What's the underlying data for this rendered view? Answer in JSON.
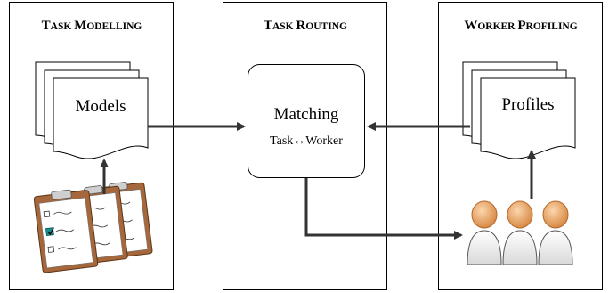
{
  "panels": {
    "task_modelling": {
      "title_cap1": "T",
      "title_rest1": "ASK ",
      "title_cap2": "M",
      "title_rest2": "ODELLING"
    },
    "task_routing": {
      "title_cap1": "T",
      "title_rest1": "ASK ",
      "title_cap2": "R",
      "title_rest2": "OUTING"
    },
    "worker_profiling": {
      "title_cap1": "W",
      "title_rest1": "ORKER ",
      "title_cap2": "P",
      "title_rest2": "ROFILING"
    }
  },
  "nodes": {
    "models_label": "Models",
    "matching_label": "Matching",
    "matching_sublabel": "Task↔Worker",
    "profiles_label": "Profiles"
  },
  "icons": {
    "models": "stacked-documents-icon",
    "profiles": "stacked-documents-icon",
    "tasks": "clipboard-checklist-icon",
    "workers": "user-group-icon"
  },
  "colors": {
    "clipboard": "#a5673b",
    "checkbox": "#1a8c8c",
    "person": "#e7a062",
    "arrow": "#333333"
  }
}
